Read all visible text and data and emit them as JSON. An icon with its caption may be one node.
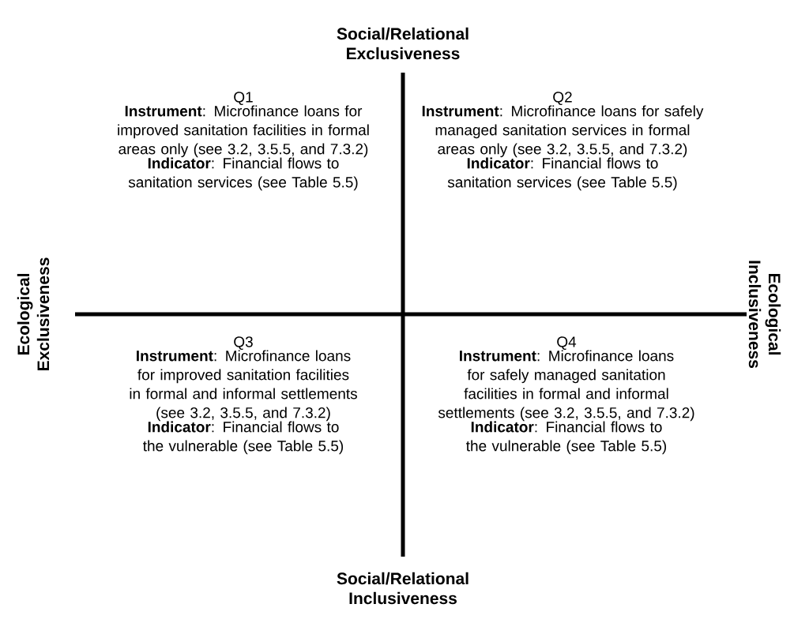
{
  "diagram": {
    "labels": [
      "Social/Relational Exclusiveness",
      "Q1",
      "**Instrument**: Microfinance loans for improved sanitation facilities in formal areas only (see 3.2, 3.5.5, and 7.3.2)",
      "**Indicator**: Financial flows to sanitation services (see Table 5.5)",
      "Q2",
      "**Instrument**: Microfinance loans for safely managed sanitation services in formal areas only (see 3.2, 3.5.5, and 7.3.2)",
      "**Indicator**: Financial flows to sanitation services (see Table 5.5)",
      "Ecological Exclusiveness",
      "Ecological Inclusiveness",
      "Q3",
      "**Instrument**: Microfinance loans for improved sanitation facilities in formal and informal settlements (see 3.2, 3.5.5, and 7.3.2)",
      "**Indicator**: Financial flows to the vulnerable (see Table 5.5)",
      "Q4",
      "**Instrument**: Microfinance loans for safely managed sanitation facilities in formal and informal settlements (see 3.2, 3.5.5, and 7.3.2)",
      "**Indicator**: Financial flows to the vulnerable (see Table 5.5)",
      "Social/Relational Inclusiveness"
    ]
  }
}
